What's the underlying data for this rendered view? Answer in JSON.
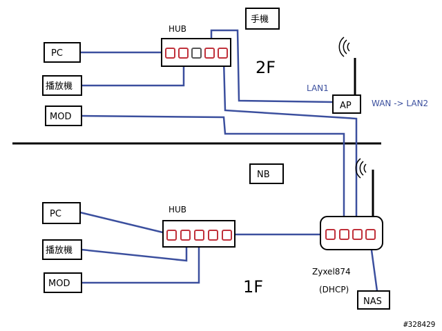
{
  "floors": {
    "upper": "2F",
    "lower": "1F"
  },
  "devices_2f": {
    "pc": "PC",
    "player": "播放機",
    "mod": "MOD",
    "phone": "手機",
    "hub": "HUB",
    "ap": "AP"
  },
  "devices_1f": {
    "nb": "NB",
    "pc": "PC",
    "player": "播放機",
    "mod": "MOD",
    "hub": "HUB",
    "router_name": "Zyxel874",
    "router_mode": "(DHCP)",
    "nas": "NAS"
  },
  "links": {
    "ap_lan": "LAN1",
    "ap_wan": "WAN -> LAN2"
  },
  "watermark": "#328429",
  "colors": {
    "wire": "#3b4f9e",
    "port": "#c0303a",
    "box": "#000000"
  }
}
